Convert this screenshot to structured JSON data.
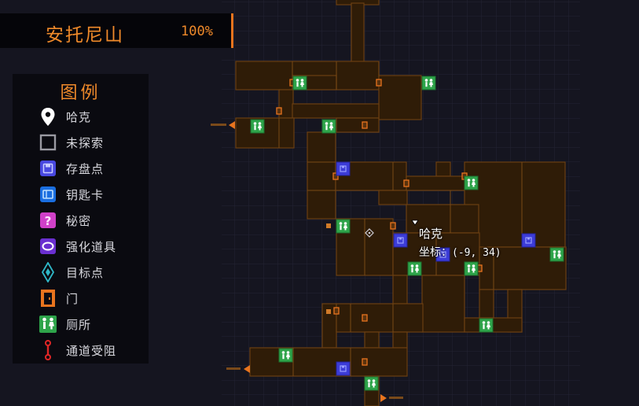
{
  "header": {
    "area_name": "安托尼山",
    "completion": "100%"
  },
  "legend": {
    "title": "图例",
    "items": [
      {
        "icon": "pin-icon",
        "label": "哈克"
      },
      {
        "icon": "unexplored-icon",
        "label": "未探索"
      },
      {
        "icon": "save-point-icon",
        "label": "存盘点"
      },
      {
        "icon": "keycard-icon",
        "label": "钥匙卡"
      },
      {
        "icon": "secret-icon",
        "label": "秘密"
      },
      {
        "icon": "upgrade-icon",
        "label": "强化道具"
      },
      {
        "icon": "target-icon",
        "label": "目标点"
      },
      {
        "icon": "door-icon",
        "label": "门"
      },
      {
        "icon": "restroom-icon",
        "label": "厕所"
      },
      {
        "icon": "blocked-passage-icon",
        "label": "通道受阻"
      }
    ]
  },
  "player": {
    "name": "哈克",
    "coords_label": "坐标：",
    "coords_value": "(-9, 34)"
  },
  "colors": {
    "background": "#151520",
    "room_fill": "#2f1c07",
    "room_border": "#6b3f12",
    "accent": "#f08a2a",
    "restroom": "#2ea44a",
    "save_point": "#3c3cd8",
    "unexplored": "#888888"
  }
}
